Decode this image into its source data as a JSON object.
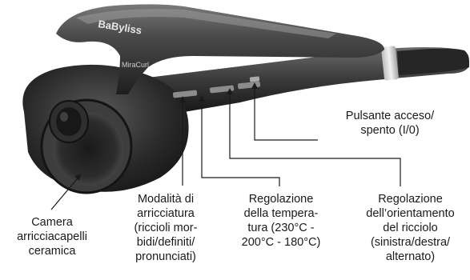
{
  "device": {
    "brand_text": "BaByliss",
    "model_text": "MiraCurl"
  },
  "labels": {
    "chamber": "Camera\narricciacapelli\nceramica",
    "curl_mode": "Modalità di\narricciatura\n(riccioli mor-\nbidi/definiti/\npronunciati)",
    "temperature": "Regolazione\ndella tempera-\ntura (230°C -\n200°C - 180°C)",
    "direction": "Regolazione\ndell’orientamento\ndel ricciolo\n(sinistra/destra/\nalternato)",
    "power": "Pulsante acceso/\nspento (I/0)"
  }
}
